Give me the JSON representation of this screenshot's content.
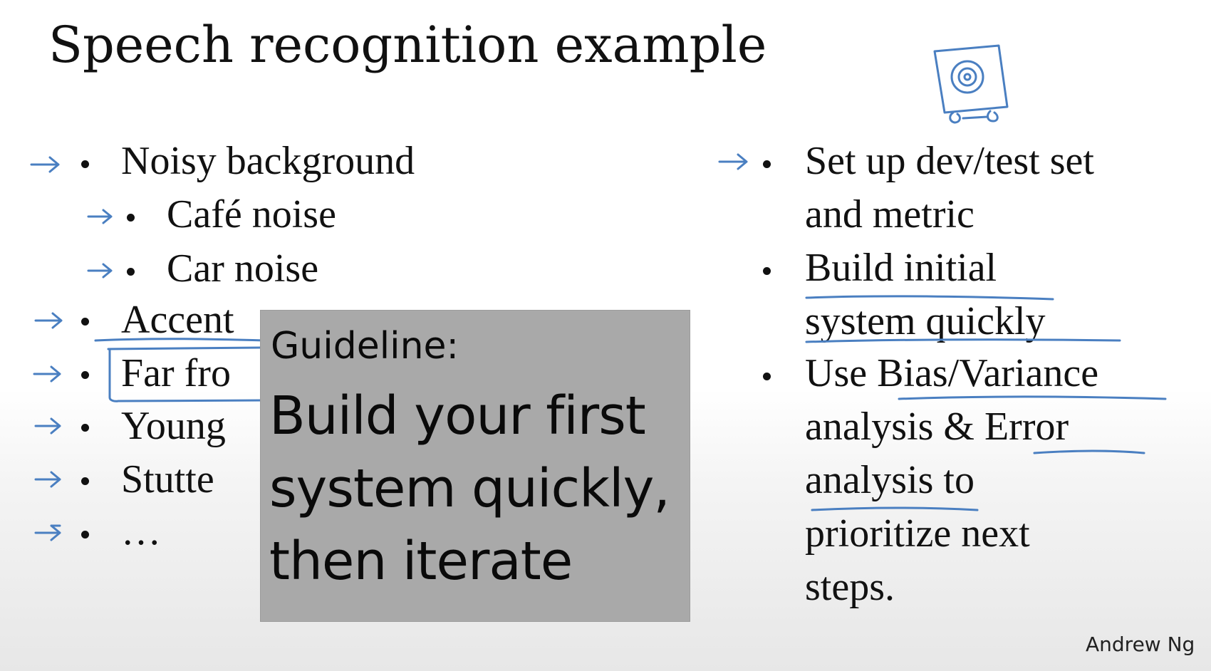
{
  "slide": {
    "title": "Speech recognition example",
    "left_list": [
      {
        "text": "Noisy background"
      },
      {
        "text": "Café noise"
      },
      {
        "text": "Car noise"
      },
      {
        "text": "Accent"
      },
      {
        "text": "Far fro"
      },
      {
        "text": "Young"
      },
      {
        "text": "Stutte"
      },
      {
        "text": "…"
      }
    ],
    "right_list": [
      {
        "text": "Set up dev/test set"
      },
      {
        "text": "and metric"
      },
      {
        "text": "Build initial"
      },
      {
        "text": "system quickly"
      },
      {
        "text": "Use Bias/Variance"
      },
      {
        "text": "analysis & Error"
      },
      {
        "text": "analysis to"
      },
      {
        "text": "prioritize next"
      },
      {
        "text": "steps."
      }
    ],
    "overlay": {
      "label": "Guideline:",
      "lines": [
        "Build your first",
        "system quickly,",
        "then iterate"
      ]
    },
    "signature": "Andrew Ng",
    "colors": {
      "ink": "#4a7fc1",
      "overlay_bg": "#a9a9a9",
      "text": "#111111"
    },
    "icons": [
      "arrow-annotation-icon",
      "speaker-sketch-icon"
    ]
  }
}
